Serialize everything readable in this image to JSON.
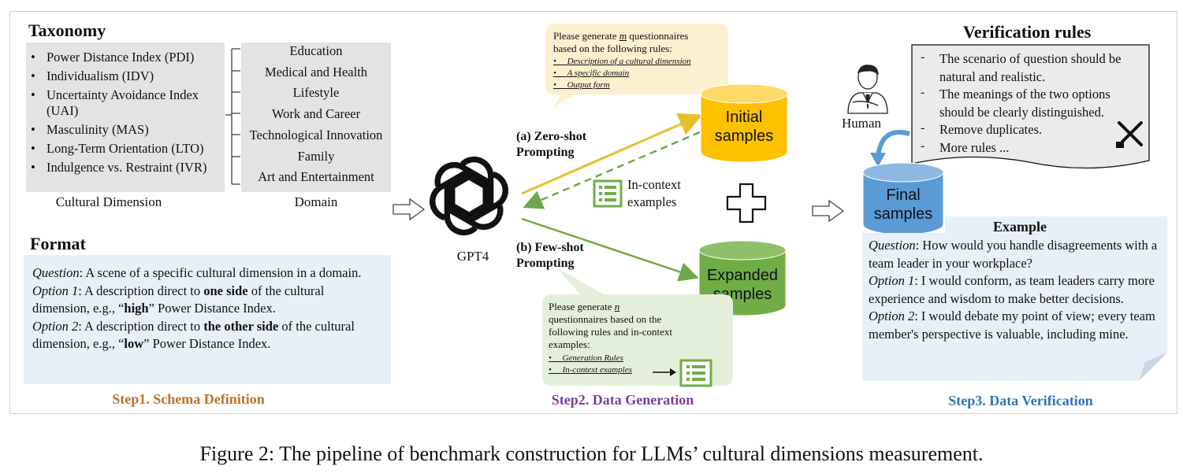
{
  "step1": {
    "taxonomy_title": "Taxonomy",
    "dimensions": [
      "Power Distance Index (PDI)",
      "Individualism (IDV)",
      "Uncertainty Avoidance Index (UAI)",
      "Masculinity (MAS)",
      "Long-Term Orientation (LTO)",
      "Indulgence vs. Restraint (IVR)"
    ],
    "dimensions_caption": "Cultural Dimension",
    "domains": [
      "Education",
      "Medical and Health",
      "Lifestyle",
      "Work and Career",
      "Technological Innovation",
      "Family",
      "Art and Entertainment"
    ],
    "domains_caption": "Domain",
    "format_title": "Format",
    "format": {
      "q_label": "Question",
      "q_text": ":  A scene of a specific cultural dimension in a domain.",
      "o1_label": "Option 1",
      "o1_pre": ":  A description direct to ",
      "o1_bold": "one side",
      "o1_mid": " of the cultural dimension,  e.g., “",
      "o1_ex": "high",
      "o1_post": "”  Power Distance Index.",
      "o2_label": "Option 2",
      "o2_pre": ":  A description direct to ",
      "o2_bold": "the other side",
      "o2_mid": " of the cultural dimension,  e.g., “",
      "o2_ex": "low",
      "o2_post": "”  Power Distance Index."
    },
    "step_label": "Step1. Schema Definition"
  },
  "step2": {
    "gpt_label": "GPT4",
    "zero_shot_label_1": "(a) Zero-shot",
    "zero_shot_label_2": "Prompting",
    "few_shot_label_1": "(b) Few-shot",
    "few_shot_label_2": "Prompting",
    "zero_bubble": {
      "line1_pre": "Please generate ",
      "line1_var": "m",
      "line1_post": " questionnaires",
      "line2": "based on the following rules:",
      "items": [
        "Description of a cultural dimension",
        "A specific domain",
        "Output form"
      ]
    },
    "few_bubble": {
      "line1_pre": "Please generate ",
      "line1_var": "n",
      "line2": "questionnaires based on the",
      "line3": "following rules and in-context",
      "line4": "examples:",
      "items": [
        "Generation Rules",
        "In-context examples"
      ]
    },
    "in_context_label_1": "In-context",
    "in_context_label_2": "examples",
    "initial_label_1": "Initial",
    "initial_label_2": "samples",
    "expanded_label_1": "Expanded",
    "expanded_label_2": "samples",
    "step_label": "Step2. Data Generation"
  },
  "step3": {
    "verification_title": "Verification rules",
    "human_label": "Human",
    "rules": [
      "The scenario of question should be natural and realistic.",
      "The meanings of the two options should be clearly distinguished.",
      "Remove duplicates.",
      "More rules ..."
    ],
    "final_label_1": "Final",
    "final_label_2": "samples",
    "example_title": "Example",
    "example": {
      "q_label": "Question",
      "q_text": ": How would you handle disagreements with a team leader in your workplace?",
      "o1_label": "Option 1",
      "o1_text": ":  I would conform, as team leaders carry more experience and wisdom to make better decisions.",
      "o2_label": "Option 2",
      "o2_text": ":  I would debate my point of view; every team member's perspective is valuable, including mine."
    },
    "step_label": "Step3. Data Verification"
  },
  "caption": "Figure 2: The pipeline of benchmark construction for LLMs’ cultural dimensions measurement.",
  "colors": {
    "step1": "#c0712a",
    "step2": "#7a3e9a",
    "step3": "#2e75b6",
    "yellow_cyl": "#ffc000",
    "green_cyl": "#70ad47",
    "blue_cyl": "#5b9bd5",
    "zero_arrow": "#e6c02a",
    "few_arrow": "#6fa84a"
  }
}
